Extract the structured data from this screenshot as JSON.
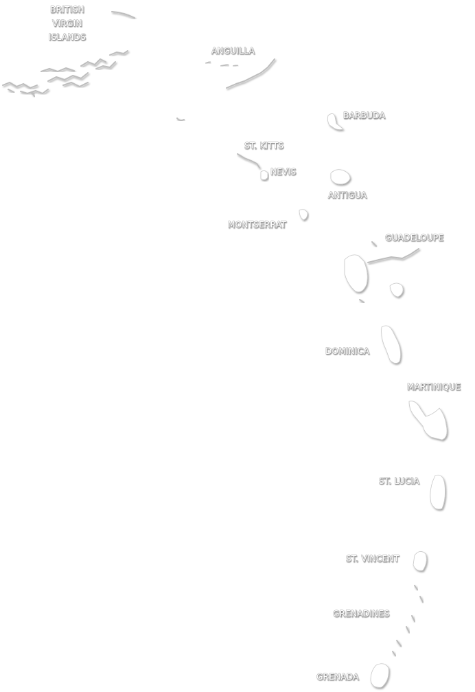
{
  "map": {
    "background_color": "#ffffff",
    "style": "embossed white relief",
    "labels": {
      "bvi_line1": "BRITISH",
      "bvi_line2": "VIRGIN",
      "bvi_line3": "ISLANDS",
      "anguilla": "ANGUILLA",
      "barbuda": "BARBUDA",
      "st_kitts": "ST. KITTS",
      "nevis": "NEVIS",
      "antigua": "ANTIGUA",
      "montserrat": "MONTSERRAT",
      "guadeloupe": "GUADELOUPE",
      "dominica": "DOMINICA",
      "martinique": "MARTINIQUE",
      "st_lucia": "ST. LUCIA",
      "st_vincent": "ST. VINCENT",
      "grenadines": "GRENADINES",
      "grenada": "GRENADA"
    }
  }
}
